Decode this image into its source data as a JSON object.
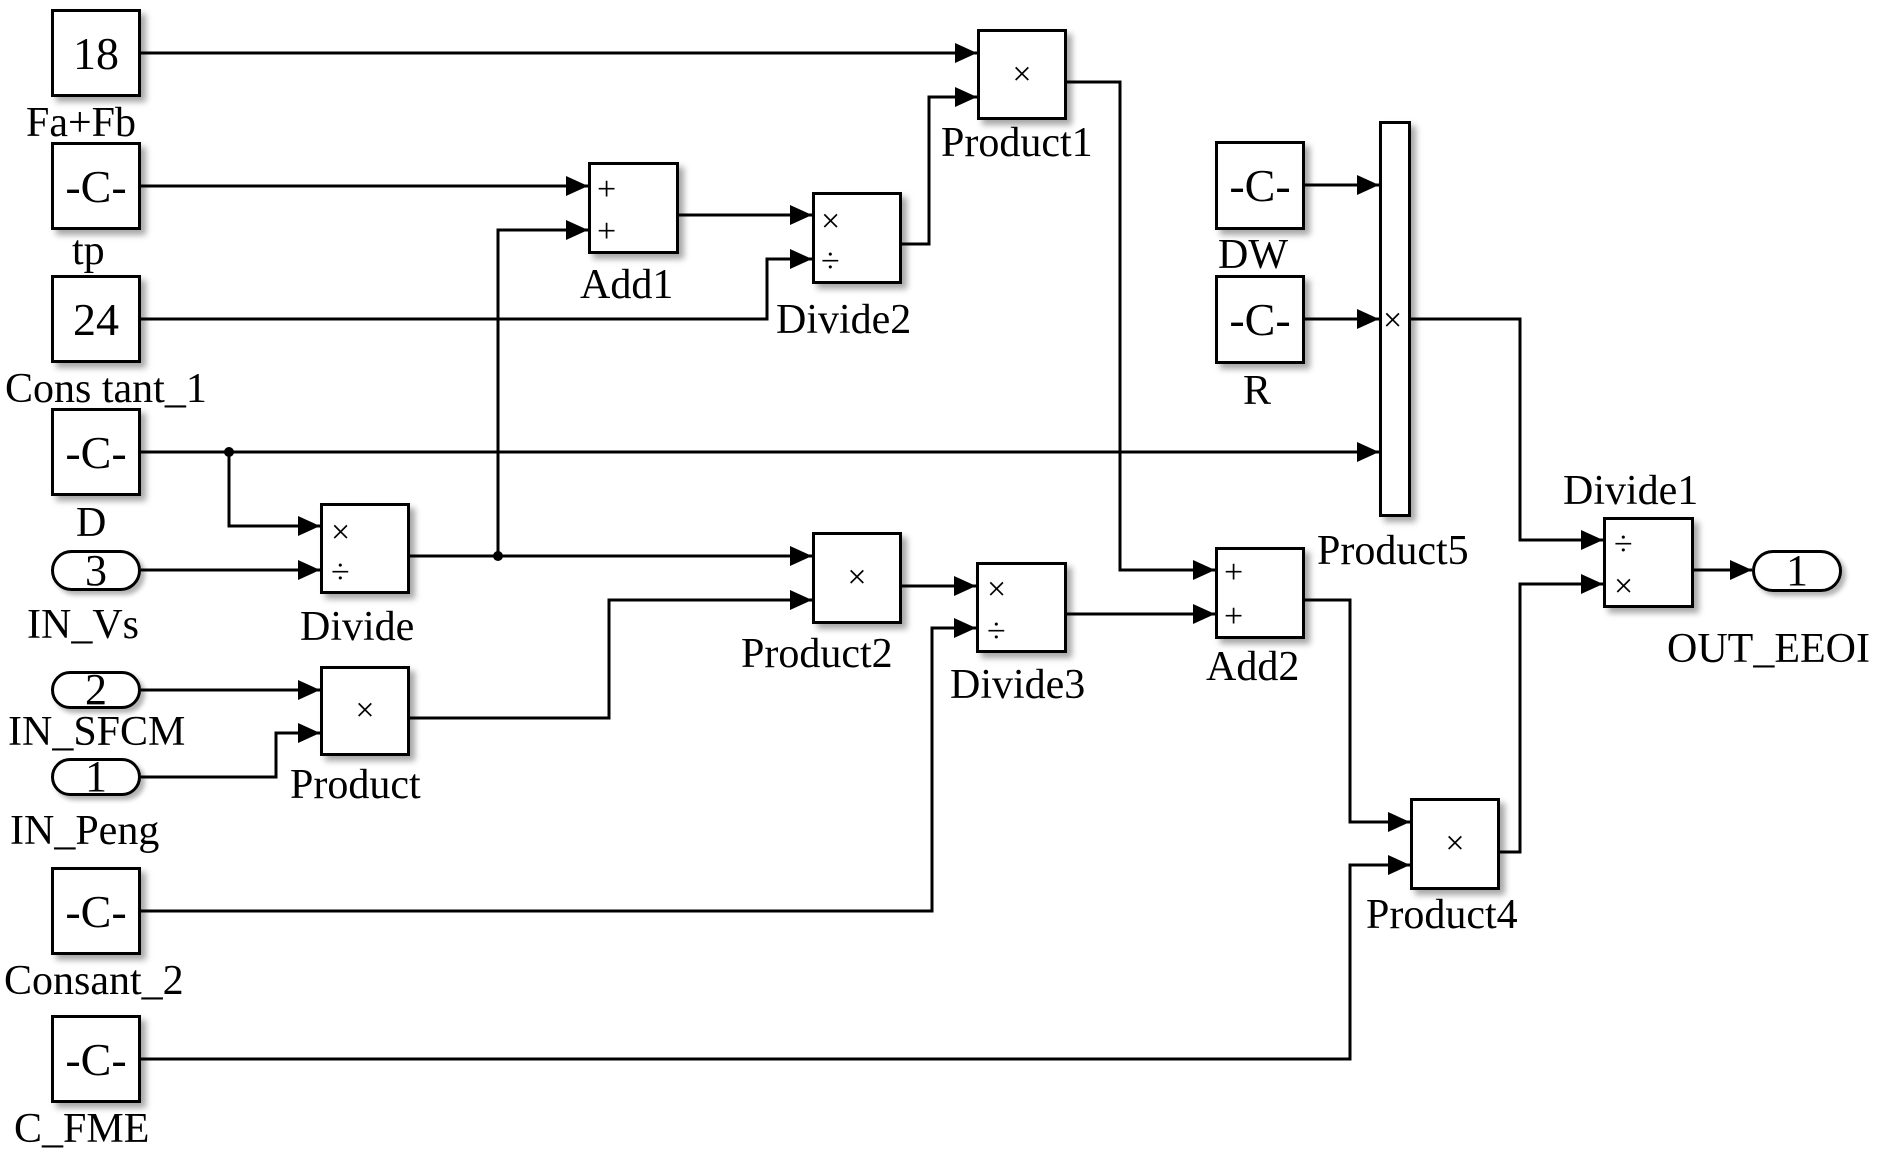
{
  "diagram": {
    "type": "simulink-block-diagram",
    "constants": [
      {
        "id": "fa_fb",
        "value": "18",
        "label": "Fa+Fb"
      },
      {
        "id": "tp",
        "value": "-C-",
        "label": "tp"
      },
      {
        "id": "constant_1",
        "value": "24",
        "label": "Cons tant_1"
      },
      {
        "id": "d",
        "value": "-C-",
        "label": "D"
      },
      {
        "id": "consant_2",
        "value": "-C-",
        "label": "Consant_2"
      },
      {
        "id": "c_fme",
        "value": "-C-",
        "label": "C_FME"
      },
      {
        "id": "dw",
        "value": "-C-",
        "label": "DW"
      },
      {
        "id": "r",
        "value": "-C-",
        "label": "R"
      }
    ],
    "inports": [
      {
        "id": "in_vs",
        "number": "3",
        "label": "IN_Vs"
      },
      {
        "id": "in_sfcm",
        "number": "2",
        "label": "IN_SFCM"
      },
      {
        "id": "in_peng",
        "number": "1",
        "label": "IN_Peng"
      }
    ],
    "outports": [
      {
        "id": "out_eeoi",
        "number": "1",
        "label": "OUT_EEOI"
      }
    ],
    "operators": [
      {
        "id": "add1",
        "label": "Add1",
        "signs": [
          "+",
          "+"
        ]
      },
      {
        "id": "divide2",
        "label": "Divide2",
        "signs": [
          "×",
          "÷"
        ]
      },
      {
        "id": "product1",
        "label": "Product1",
        "sign": "×"
      },
      {
        "id": "divide",
        "label": "Divide",
        "signs": [
          "×",
          "÷"
        ]
      },
      {
        "id": "product",
        "label": "Product",
        "sign": "×"
      },
      {
        "id": "product2",
        "label": "Product2",
        "sign": "×"
      },
      {
        "id": "divide3",
        "label": "Divide3",
        "signs": [
          "×",
          "÷"
        ]
      },
      {
        "id": "add2",
        "label": "Add2",
        "signs": [
          "+",
          "+"
        ]
      },
      {
        "id": "product5",
        "label": "Product5",
        "sign": "×"
      },
      {
        "id": "product4",
        "label": "Product4",
        "sign": "×"
      },
      {
        "id": "divide1",
        "label": "Divide1",
        "signs": [
          "÷",
          "×"
        ]
      }
    ],
    "connections": [
      {
        "from": "Fa+Fb",
        "to": "Product1.in1"
      },
      {
        "from": "Divide2",
        "to": "Product1.in2"
      },
      {
        "from": "tp",
        "to": "Add1.in1"
      },
      {
        "from": "Divide",
        "to": "Add1.in2"
      },
      {
        "from": "Add1",
        "to": "Divide2.in1"
      },
      {
        "from": "Cons tant_1",
        "to": "Divide2.in2"
      },
      {
        "from": "D",
        "to": "Divide.in1"
      },
      {
        "from": "D",
        "to": "Product5.in3"
      },
      {
        "from": "IN_Vs",
        "to": "Divide.in2"
      },
      {
        "from": "Divide",
        "to": "Product2.in1"
      },
      {
        "from": "IN_SFCM",
        "to": "Product.in1"
      },
      {
        "from": "IN_Peng",
        "to": "Product.in2"
      },
      {
        "from": "Product",
        "to": "Product2.in2"
      },
      {
        "from": "Product2",
        "to": "Divide3.in1"
      },
      {
        "from": "Consant_2",
        "to": "Divide3.in2"
      },
      {
        "from": "Product1",
        "to": "Add2.in1"
      },
      {
        "from": "Divide3",
        "to": "Add2.in2"
      },
      {
        "from": "DW",
        "to": "Product5.in1"
      },
      {
        "from": "R",
        "to": "Product5.in2"
      },
      {
        "from": "Add2",
        "to": "Product4.in1"
      },
      {
        "from": "C_FME",
        "to": "Product4.in2"
      },
      {
        "from": "Product5",
        "to": "Divide1.in1"
      },
      {
        "from": "Product4",
        "to": "Divide1.in2"
      },
      {
        "from": "Divide1",
        "to": "OUT_EEOI"
      }
    ]
  }
}
